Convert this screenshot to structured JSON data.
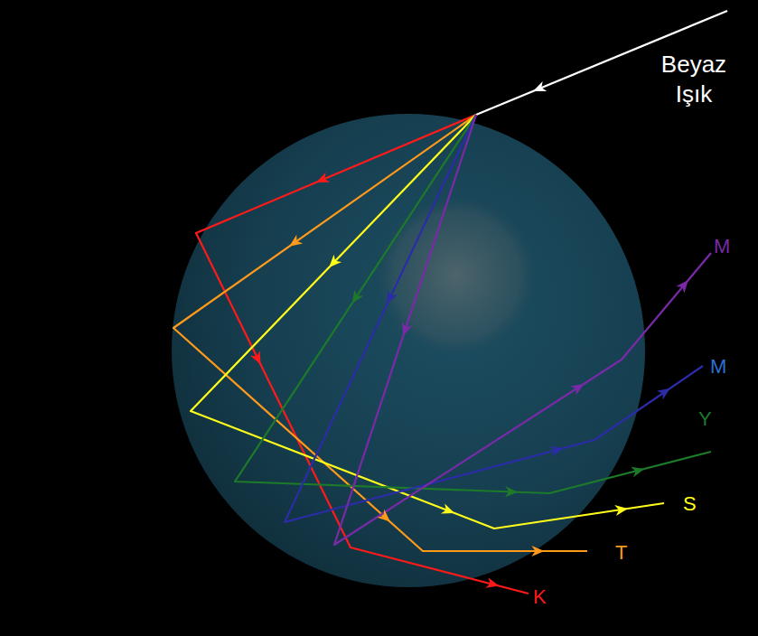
{
  "diagram": {
    "labels": [
      "Beyaz Işık",
      "M",
      "M",
      "Y",
      "S",
      "T",
      "K"
    ]
  }
}
